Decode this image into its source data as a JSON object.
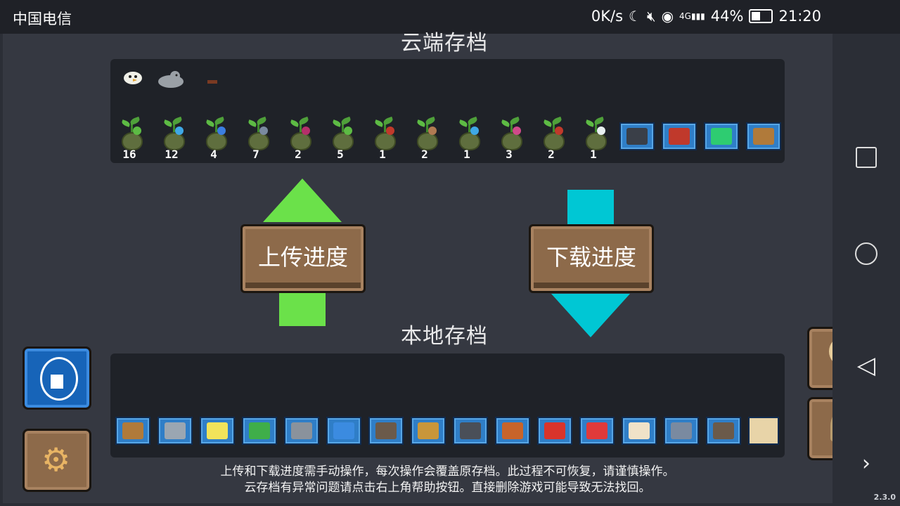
{
  "status_bar": {
    "carrier": "中国电信",
    "speed": "0K/s",
    "battery": "44%",
    "time": "21:20",
    "icons": [
      "moon-icon",
      "mute-icon",
      "eye-icon",
      "signal-4g-icon",
      "battery-icon"
    ]
  },
  "cloud": {
    "title": "云端存档",
    "pets": [
      "bird-pet",
      "seal-pet",
      "small-pet"
    ],
    "seeds": [
      {
        "count": "16",
        "flower": "#5dbb44"
      },
      {
        "count": "12",
        "flower": "#3fa8e6"
      },
      {
        "count": "4",
        "flower": "#3b7ee0"
      },
      {
        "count": "7",
        "flower": "#7a8aa0"
      },
      {
        "count": "2",
        "flower": "#b5306a"
      },
      {
        "count": "5",
        "flower": "#5dbb44"
      },
      {
        "count": "1",
        "flower": "#c0392b"
      },
      {
        "count": "2",
        "flower": "#b07a52"
      },
      {
        "count": "1",
        "flower": "#3fa8e6"
      },
      {
        "count": "3",
        "flower": "#d04a8a"
      },
      {
        "count": "2",
        "flower": "#c0392b"
      },
      {
        "count": "1",
        "flower": "#e8f0f0"
      }
    ],
    "items": [
      {
        "name": "camera-item",
        "color": "#3a3f48"
      },
      {
        "name": "flower-pot-item",
        "color": "#c0392b"
      },
      {
        "name": "battery-box-item",
        "color": "#2ecc71"
      },
      {
        "name": "wooden-cabinet-item",
        "color": "#b07a3a"
      }
    ]
  },
  "local": {
    "title": "本地存档",
    "items": [
      {
        "name": "wooden-cabinet-item",
        "color": "#b07a3a"
      },
      {
        "name": "shuriken-item",
        "color": "#9aa6b2"
      },
      {
        "name": "light-saber-item",
        "color": "#f1e35a"
      },
      {
        "name": "green-hat-item",
        "color": "#3fae49"
      },
      {
        "name": "sword-item",
        "color": "#8a929c"
      },
      {
        "name": "blue-potion-item",
        "color": "#3b8be0"
      },
      {
        "name": "gauntlet-item",
        "color": "#6b5a4a"
      },
      {
        "name": "ring-item",
        "color": "#c9963a"
      },
      {
        "name": "gun-item",
        "color": "#4a4f58"
      },
      {
        "name": "shield-item",
        "color": "#c8642a"
      },
      {
        "name": "red-potion-item",
        "color": "#d9342b"
      },
      {
        "name": "red-blaster-item",
        "color": "#e03a3a"
      },
      {
        "name": "cat-mask-item",
        "color": "#f0e2c8"
      },
      {
        "name": "robot-item",
        "color": "#7a8aa0"
      },
      {
        "name": "rifle-item",
        "color": "#6b5a4a"
      },
      {
        "name": "rooster-item",
        "color": "#e8d4a8"
      }
    ]
  },
  "actions": {
    "upload": "上传进度",
    "download": "下载进度"
  },
  "notice": {
    "line1": "上传和下载进度需手动操作，每次操作会覆盖原存档。此过程不可恢复，请谨慎操作。",
    "line2": "云存档有异常问题请点击右上角帮助按钮。直接删除游戏可能导致无法找回。"
  },
  "version": "2.3.0",
  "colors": {
    "upload_arrow": "#6be14a",
    "download_arrow": "#00c7d4",
    "wood": "#8d6a4a",
    "tile_blue": "#2f7ec7"
  }
}
